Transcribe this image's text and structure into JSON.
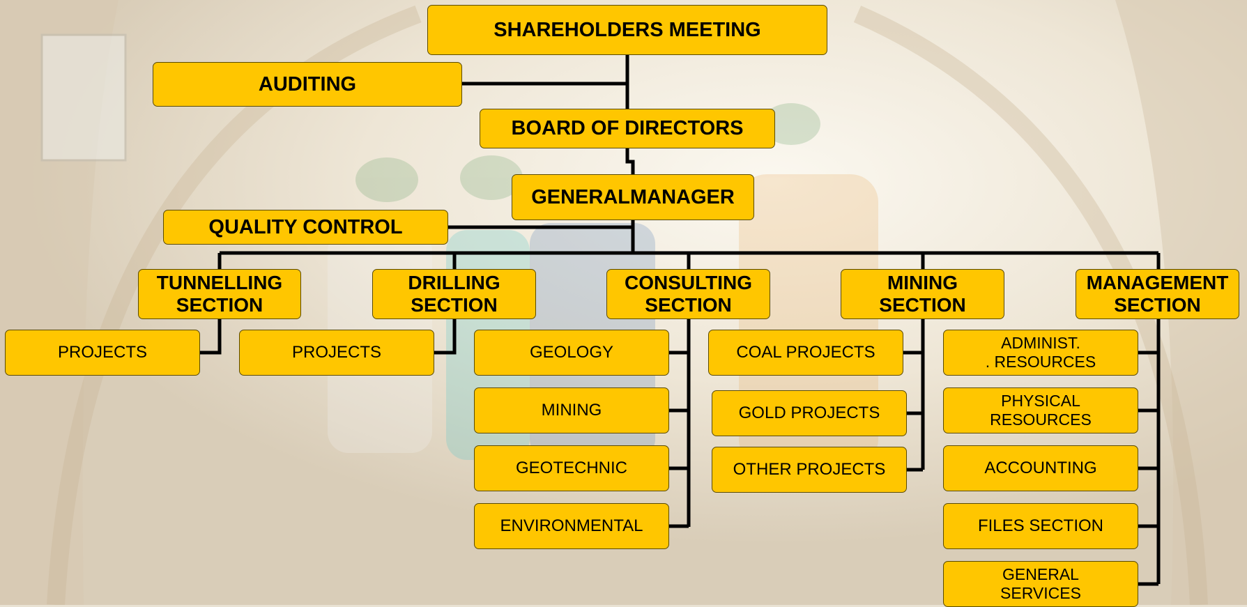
{
  "colors": {
    "box_fill": "#ffc600",
    "connector": "#000000",
    "box_border": "#5a4a00"
  },
  "background": "photo of workers wearing hard hats in a mine tunnel (faded)",
  "org": {
    "shareholders": "SHAREHOLDERS MEETING",
    "auditing": "AUDITING",
    "board": "BOARD OF DIRECTORS",
    "general_manager": "GENERALMANAGER",
    "quality_control": "QUALITY CONTROL",
    "sections": {
      "tunnelling": {
        "label": "TUNNELLING\nSECTION",
        "units": [
          "PROJECTS"
        ]
      },
      "drilling": {
        "label": "DRILLING\nSECTION",
        "units": [
          "PROJECTS"
        ]
      },
      "consulting": {
        "label": "CONSULTING\nSECTION",
        "units": [
          "GEOLOGY",
          "MINING",
          "GEOTECHNIC",
          "ENVIRONMENTAL"
        ]
      },
      "mining": {
        "label": "MINING\nSECTION",
        "units": [
          "COAL PROJECTS",
          "GOLD PROJECTS",
          "OTHER PROJECTS"
        ]
      },
      "management": {
        "label": "MANAGEMENT\nSECTION",
        "units": [
          "ADMINIST.\n. RESOURCES",
          "PHYSICAL\nRESOURCES",
          "ACCOUNTING",
          "FILES SECTION",
          "GENERAL\nSERVICES"
        ]
      }
    }
  }
}
